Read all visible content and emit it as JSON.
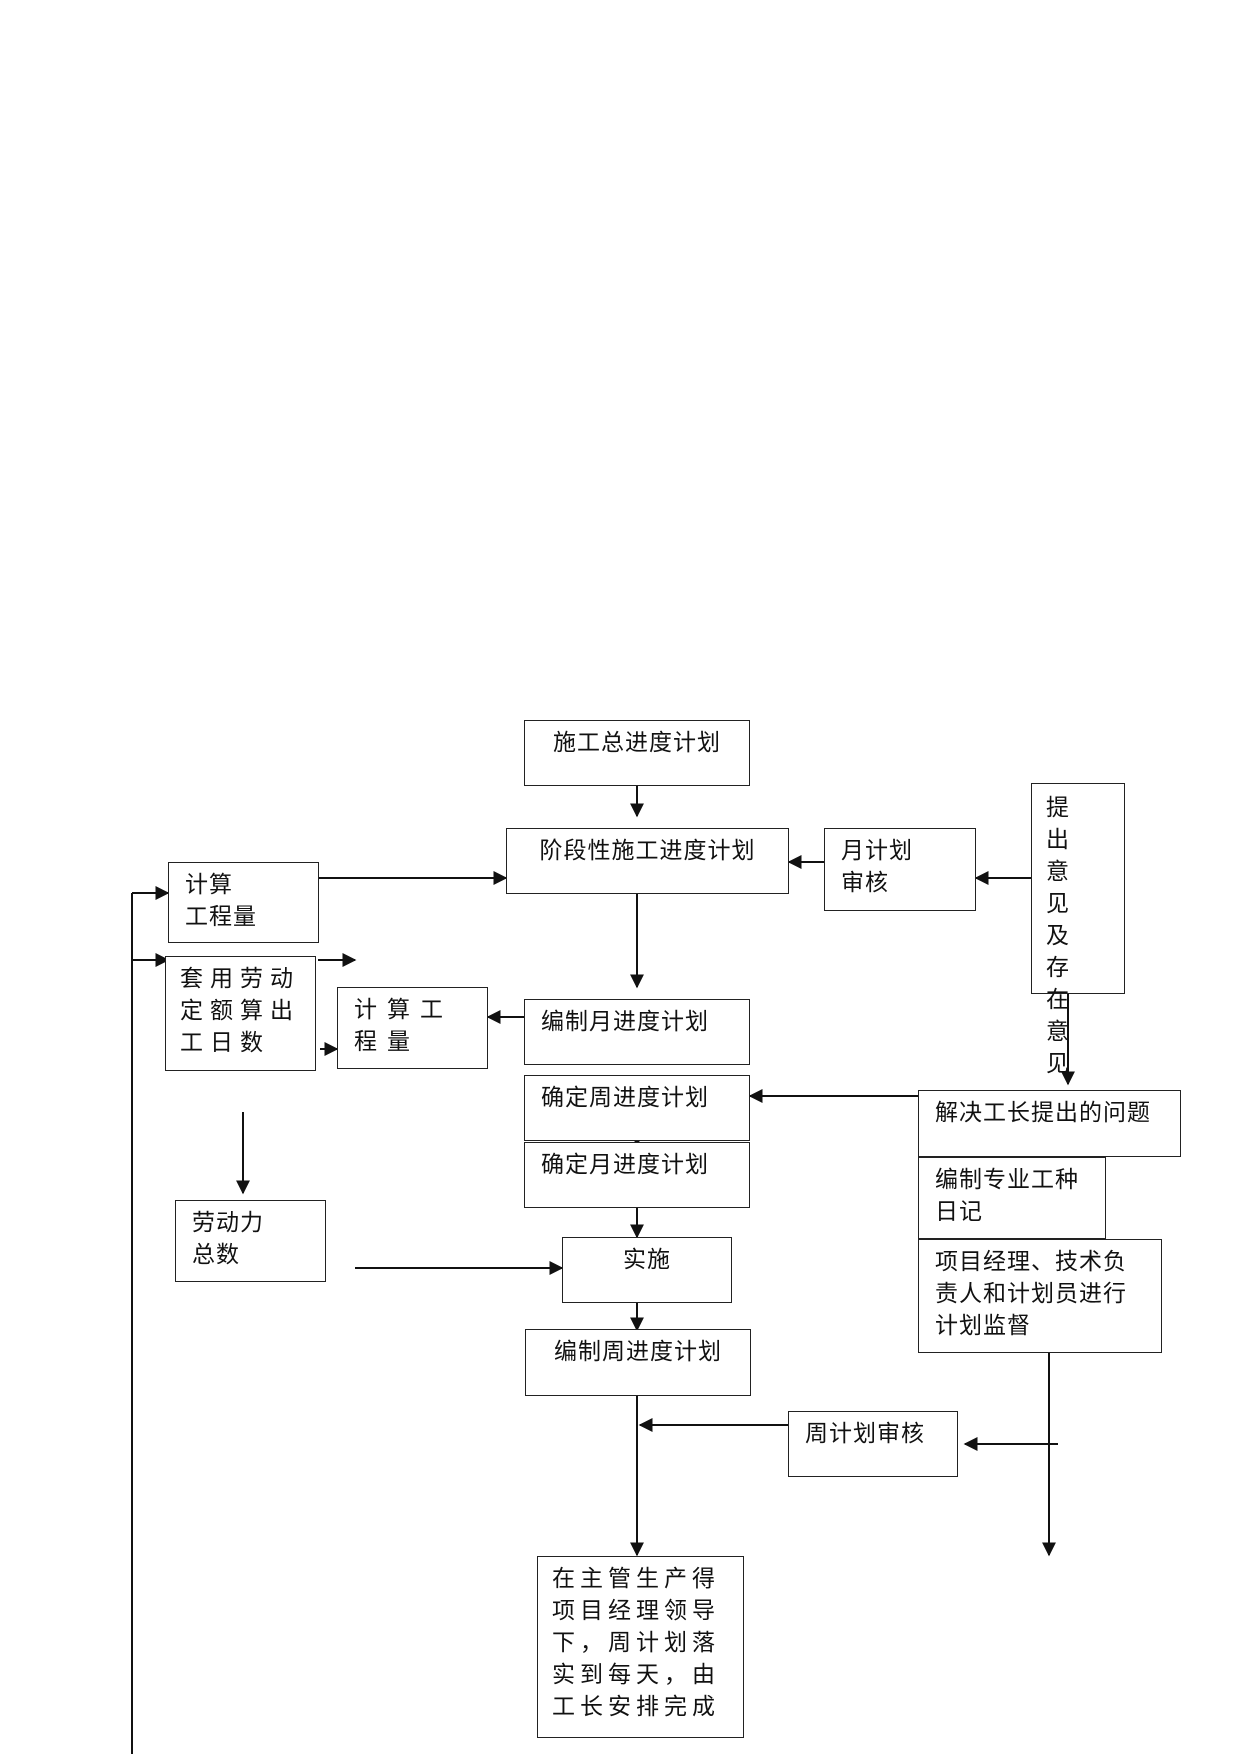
{
  "diagram": {
    "nodes": {
      "overall_plan": "施工总进度计划",
      "stage_plan": "阶段性施工进度计划",
      "monthly_review": "月计划\n审核",
      "opinions": "提出意见及存在意见",
      "calc_quantity": "计算\n工程量",
      "labor_quota": "套用劳动定额算出工日数",
      "calc_quantity_2": "计算工程量",
      "compile_monthly": "编制月进度计划",
      "confirm_weekly": "确定周进度计划",
      "confirm_monthly": "确定月进度计划",
      "solve_issues": "解决工长提出的问题",
      "trade_diary": "编制专业工种\n日记",
      "supervision": "项目经理、技术负责人和计划员进行计划监督",
      "labor_total": "劳动力\n总数",
      "implement": "实施",
      "compile_weekly": "编制周进度计划",
      "weekly_review": "周计划审核",
      "daily_tasks": "在主管生产得项目经理领导下，周计划落实到每天，由工长安排完成"
    }
  }
}
